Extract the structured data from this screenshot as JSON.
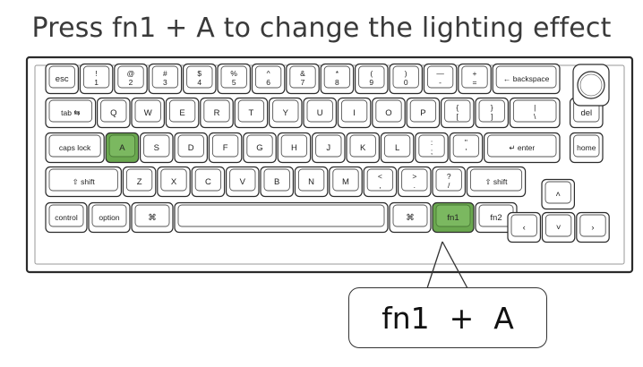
{
  "title": "Press fn1 + A to change the lighting effect",
  "keyboard": {
    "knob": "rotary-knob",
    "highlight_color": "#6aa84f",
    "rows": [
      [
        {
          "id": "esc",
          "l1": "esc"
        },
        {
          "id": "1",
          "l1": "!",
          "l2": "1"
        },
        {
          "id": "2",
          "l1": "@",
          "l2": "2"
        },
        {
          "id": "3",
          "l1": "#",
          "l2": "3"
        },
        {
          "id": "4",
          "l1": "$",
          "l2": "4"
        },
        {
          "id": "5",
          "l1": "%",
          "l2": "5"
        },
        {
          "id": "6",
          "l1": "^",
          "l2": "6"
        },
        {
          "id": "7",
          "l1": "&",
          "l2": "7"
        },
        {
          "id": "8",
          "l1": "*",
          "l2": "8"
        },
        {
          "id": "9",
          "l1": "(",
          "l2": "9"
        },
        {
          "id": "0",
          "l1": ")",
          "l2": "0"
        },
        {
          "id": "minus",
          "l1": "—",
          "l2": "-"
        },
        {
          "id": "equal",
          "l1": "+",
          "l2": "="
        },
        {
          "id": "backspace",
          "l1": "← backspace"
        }
      ],
      [
        {
          "id": "tab",
          "l1": "tab ⇆"
        },
        {
          "id": "q",
          "l1": "Q"
        },
        {
          "id": "w",
          "l1": "W"
        },
        {
          "id": "e",
          "l1": "E"
        },
        {
          "id": "r",
          "l1": "R"
        },
        {
          "id": "t",
          "l1": "T"
        },
        {
          "id": "y",
          "l1": "Y"
        },
        {
          "id": "u",
          "l1": "U"
        },
        {
          "id": "i",
          "l1": "I"
        },
        {
          "id": "o",
          "l1": "O"
        },
        {
          "id": "p",
          "l1": "P"
        },
        {
          "id": "lbracket",
          "l1": "{",
          "l2": "["
        },
        {
          "id": "rbracket",
          "l1": "}",
          "l2": "]"
        },
        {
          "id": "backslash",
          "l1": "|",
          "l2": "\\"
        },
        {
          "id": "del",
          "l1": "del"
        }
      ],
      [
        {
          "id": "capslock",
          "l1": "caps lock"
        },
        {
          "id": "a",
          "l1": "A",
          "hl": true
        },
        {
          "id": "s",
          "l1": "S"
        },
        {
          "id": "d",
          "l1": "D"
        },
        {
          "id": "f",
          "l1": "F"
        },
        {
          "id": "g",
          "l1": "G"
        },
        {
          "id": "h",
          "l1": "H"
        },
        {
          "id": "j",
          "l1": "J"
        },
        {
          "id": "k",
          "l1": "K"
        },
        {
          "id": "l",
          "l1": "L"
        },
        {
          "id": "semicolon",
          "l1": ":",
          "l2": ";"
        },
        {
          "id": "quote",
          "l1": "\"",
          "l2": "'"
        },
        {
          "id": "enter",
          "l1": "↵ enter"
        },
        {
          "id": "home",
          "l1": "home"
        }
      ],
      [
        {
          "id": "lshift",
          "l1": "⇧ shift"
        },
        {
          "id": "z",
          "l1": "Z"
        },
        {
          "id": "x",
          "l1": "X"
        },
        {
          "id": "c",
          "l1": "C"
        },
        {
          "id": "v",
          "l1": "V"
        },
        {
          "id": "b",
          "l1": "B"
        },
        {
          "id": "n",
          "l1": "N"
        },
        {
          "id": "m",
          "l1": "M"
        },
        {
          "id": "comma",
          "l1": "<",
          "l2": ","
        },
        {
          "id": "period",
          "l1": ">",
          "l2": "."
        },
        {
          "id": "slash",
          "l1": "?",
          "l2": "/"
        },
        {
          "id": "rshift",
          "l1": "⇧ shift"
        },
        {
          "id": "up",
          "l1": "˄"
        }
      ],
      [
        {
          "id": "control",
          "l1": "control"
        },
        {
          "id": "option",
          "l1": "option"
        },
        {
          "id": "lcmd",
          "l1": "⌘"
        },
        {
          "id": "space",
          "l1": ""
        },
        {
          "id": "rcmd",
          "l1": "⌘"
        },
        {
          "id": "fn1",
          "l1": "fn1",
          "hl": true
        },
        {
          "id": "fn2",
          "l1": "fn2"
        },
        {
          "id": "left",
          "l1": "‹"
        },
        {
          "id": "down",
          "l1": "˅"
        },
        {
          "id": "right",
          "l1": "›"
        }
      ]
    ]
  },
  "callout": {
    "key1": "fn1",
    "plus": "+",
    "key2": "A"
  }
}
